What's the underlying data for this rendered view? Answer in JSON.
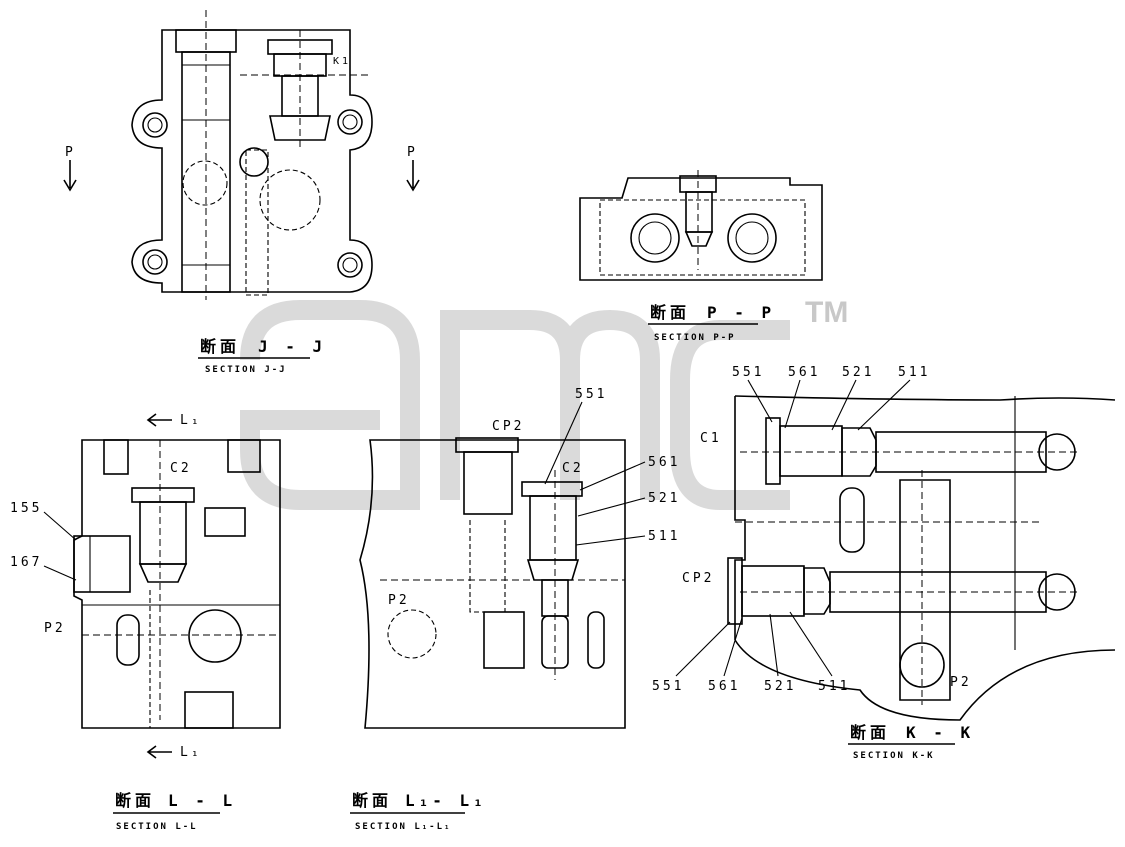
{
  "watermark": {
    "tm": "TM"
  },
  "views": {
    "jj": {
      "title_cn": "断面",
      "title_id": "J - J",
      "subtitle": "SECTION J-J",
      "arrow_labels": [
        "P",
        "P"
      ],
      "port_labels": [
        "K1"
      ]
    },
    "pp": {
      "title_cn": "断面",
      "title_id": "P - P",
      "subtitle": "SECTION P-P"
    },
    "ll": {
      "title_cn": "断面",
      "title_id": "L - L",
      "subtitle": "SECTION L-L",
      "cut_labels": [
        "L₁",
        "L₁"
      ],
      "port_labels": [
        "C2",
        "P2"
      ],
      "part_labels": [
        "155",
        "167"
      ]
    },
    "l1l1": {
      "title_cn": "断面",
      "title_id": "L₁- L₁",
      "subtitle": "SECTION L₁-L₁",
      "port_labels": [
        "CP2",
        "C2",
        "P2"
      ],
      "part_labels": [
        "551",
        "561",
        "521",
        "511"
      ]
    },
    "kk": {
      "title_cn": "断面",
      "title_id": "K - K",
      "subtitle": "SECTION K-K",
      "port_labels": [
        "C1",
        "CP2",
        "P2"
      ],
      "part_labels_top": [
        "551",
        "561",
        "521",
        "511"
      ],
      "part_labels_bottom": [
        "551",
        "561",
        "521",
        "511"
      ]
    }
  }
}
